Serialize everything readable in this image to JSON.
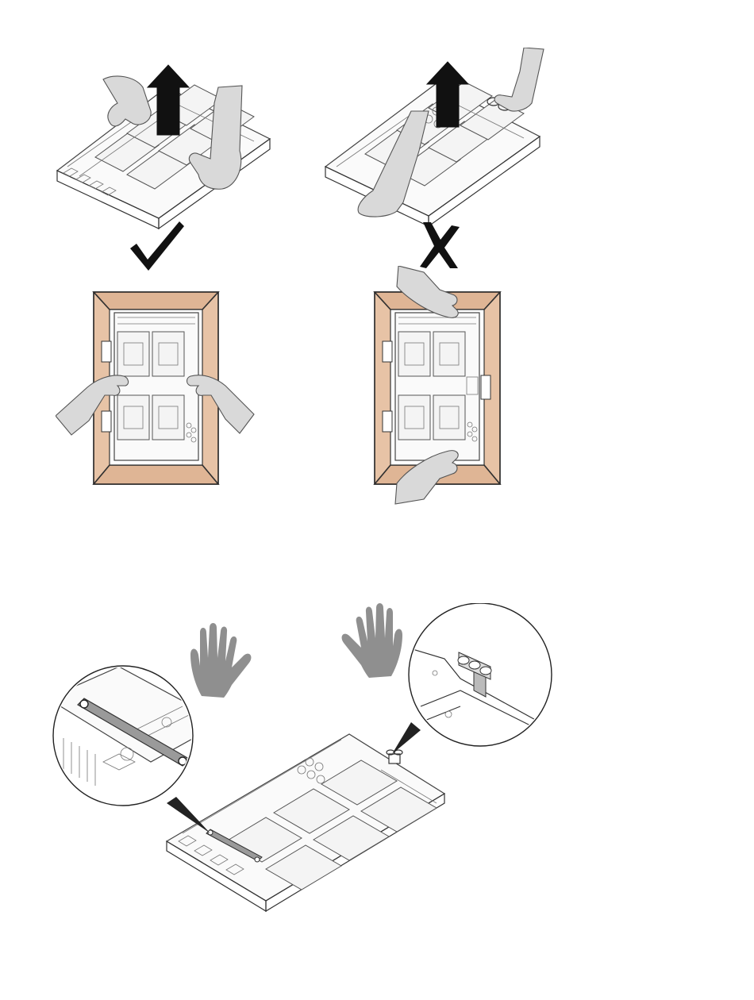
{
  "figure": {
    "steps": [
      {
        "id": "correct-lift",
        "verdict": "correct",
        "verdict_icon": "check-mark-icon"
      },
      {
        "id": "incorrect-lift",
        "verdict": "incorrect",
        "verdict_icon": "x-mark-icon"
      }
    ],
    "lift_icon": "up-arrow-icon",
    "hold_icon": "open-hand-icon",
    "detail_icons": [
      "handle-bar-callout",
      "handle-loop-callout"
    ],
    "colors": {
      "frame": "#e7c3a6",
      "hand": "#d9d9d9",
      "palm": "#8f8f8f",
      "arrow": "#111111",
      "line": "#333333"
    }
  }
}
